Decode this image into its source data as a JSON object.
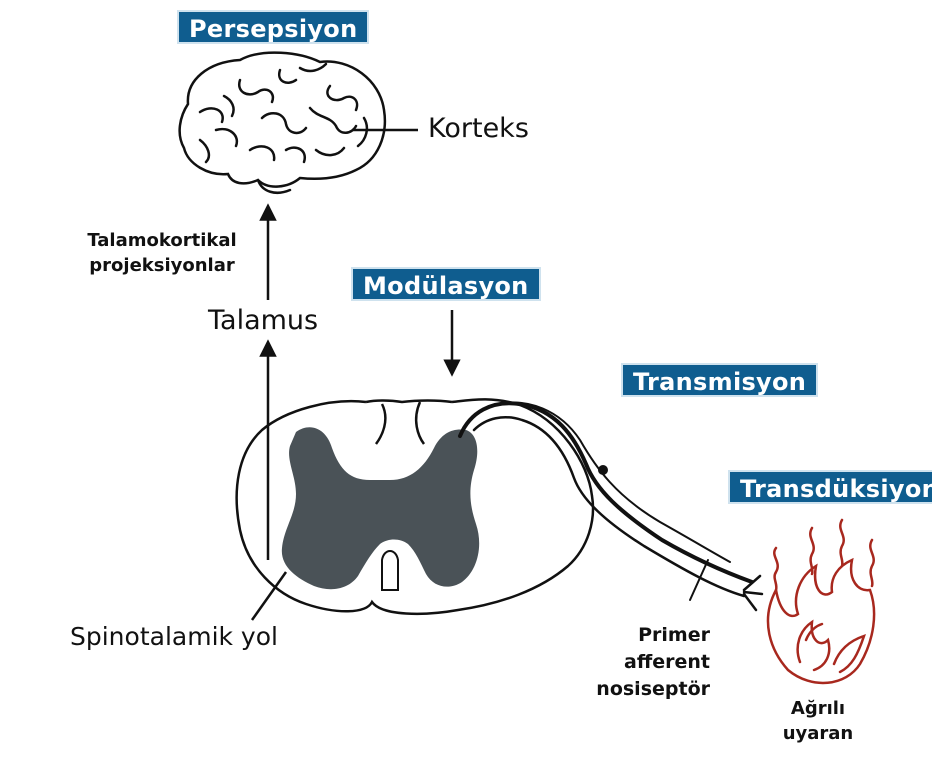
{
  "stages": {
    "perception": "Persepsiyon",
    "modulation": "Modülasyon",
    "transmission": "Transmisyon",
    "transduction": "Transdüksiyon"
  },
  "labels": {
    "cortex": "Korteks",
    "thalamocortical_line1": "Talamokortikal",
    "thalamocortical_line2": "projeksiyonlar",
    "thalamus": "Talamus",
    "spinothalamic": "Spinotalamik yol",
    "afferent_line1": "Primer",
    "afferent_line2": "afferent",
    "afferent_line3": "nosiseptör",
    "stimulus_line1": "Ağrılı",
    "stimulus_line2": "uyaran"
  },
  "colors": {
    "stage_box": "#0f5d8f",
    "grey_matter": "#4a5257",
    "flame": "#a8281e"
  }
}
